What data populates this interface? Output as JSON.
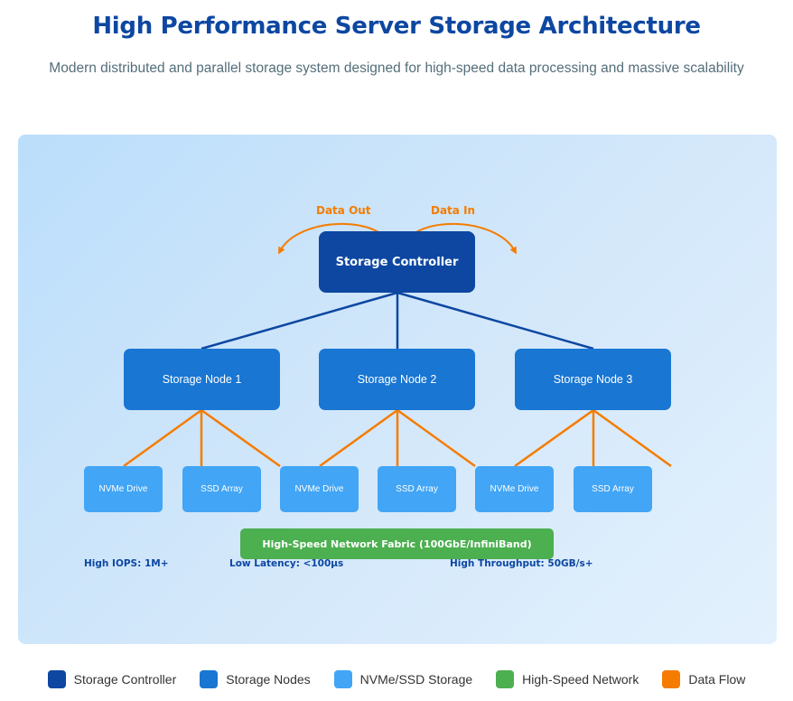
{
  "header": {
    "title": "High Performance Server Storage Architecture",
    "subtitle": "Modern distributed and parallel storage system designed for high-speed data processing and massive scalability"
  },
  "diagram": {
    "controller": {
      "label": "Storage Controller"
    },
    "data_flow": {
      "out_label": "Data Out",
      "in_label": "Data In"
    },
    "nodes": [
      {
        "label": "Storage Node 1"
      },
      {
        "label": "Storage Node 2"
      },
      {
        "label": "Storage Node 3"
      }
    ],
    "drives": [
      {
        "label": "NVMe Drive",
        "node": 1
      },
      {
        "label": "SSD Array",
        "node": 1
      },
      {
        "label": "NVMe Drive",
        "node": 2
      },
      {
        "label": "SSD Array",
        "node": 2
      },
      {
        "label": "NVMe Drive",
        "node": 3
      },
      {
        "label": "SSD Array",
        "node": 3
      }
    ],
    "network": {
      "label": "High-Speed Network Fabric (100GbE/InfiniBand)"
    },
    "metrics": [
      {
        "label": "High IOPS: 1M+"
      },
      {
        "label": "Low Latency: <100µs"
      },
      {
        "label": "High Throughput: 50GB/s+"
      }
    ]
  },
  "legend": [
    {
      "label": "Storage Controller",
      "color": "#0d47a1"
    },
    {
      "label": "Storage Nodes",
      "color": "#1976d2"
    },
    {
      "label": "NVMe/SSD Storage",
      "color": "#42a5f5"
    },
    {
      "label": "High-Speed Network",
      "color": "#4caf50"
    },
    {
      "label": "Data Flow",
      "color": "#f57c00"
    }
  ],
  "colors": {
    "controller": "#0d47a1",
    "node": "#1976d2",
    "storage": "#42a5f5",
    "network": "#4caf50",
    "flow": "#f57c00"
  }
}
